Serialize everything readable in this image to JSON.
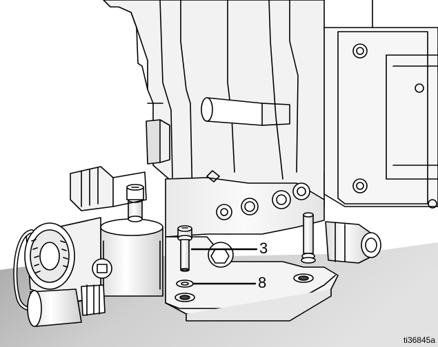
{
  "figure": {
    "callouts": [
      {
        "id": "cap-screw",
        "label": "3"
      },
      {
        "id": "washer",
        "label": "8"
      }
    ],
    "figure_id": "ti36845a"
  },
  "colors": {
    "line": "#000000",
    "body": "#f4f4f4",
    "shadow": "#d6d6d6",
    "floor": "#c4c4c4",
    "floor_light": "#dcdcdc"
  }
}
